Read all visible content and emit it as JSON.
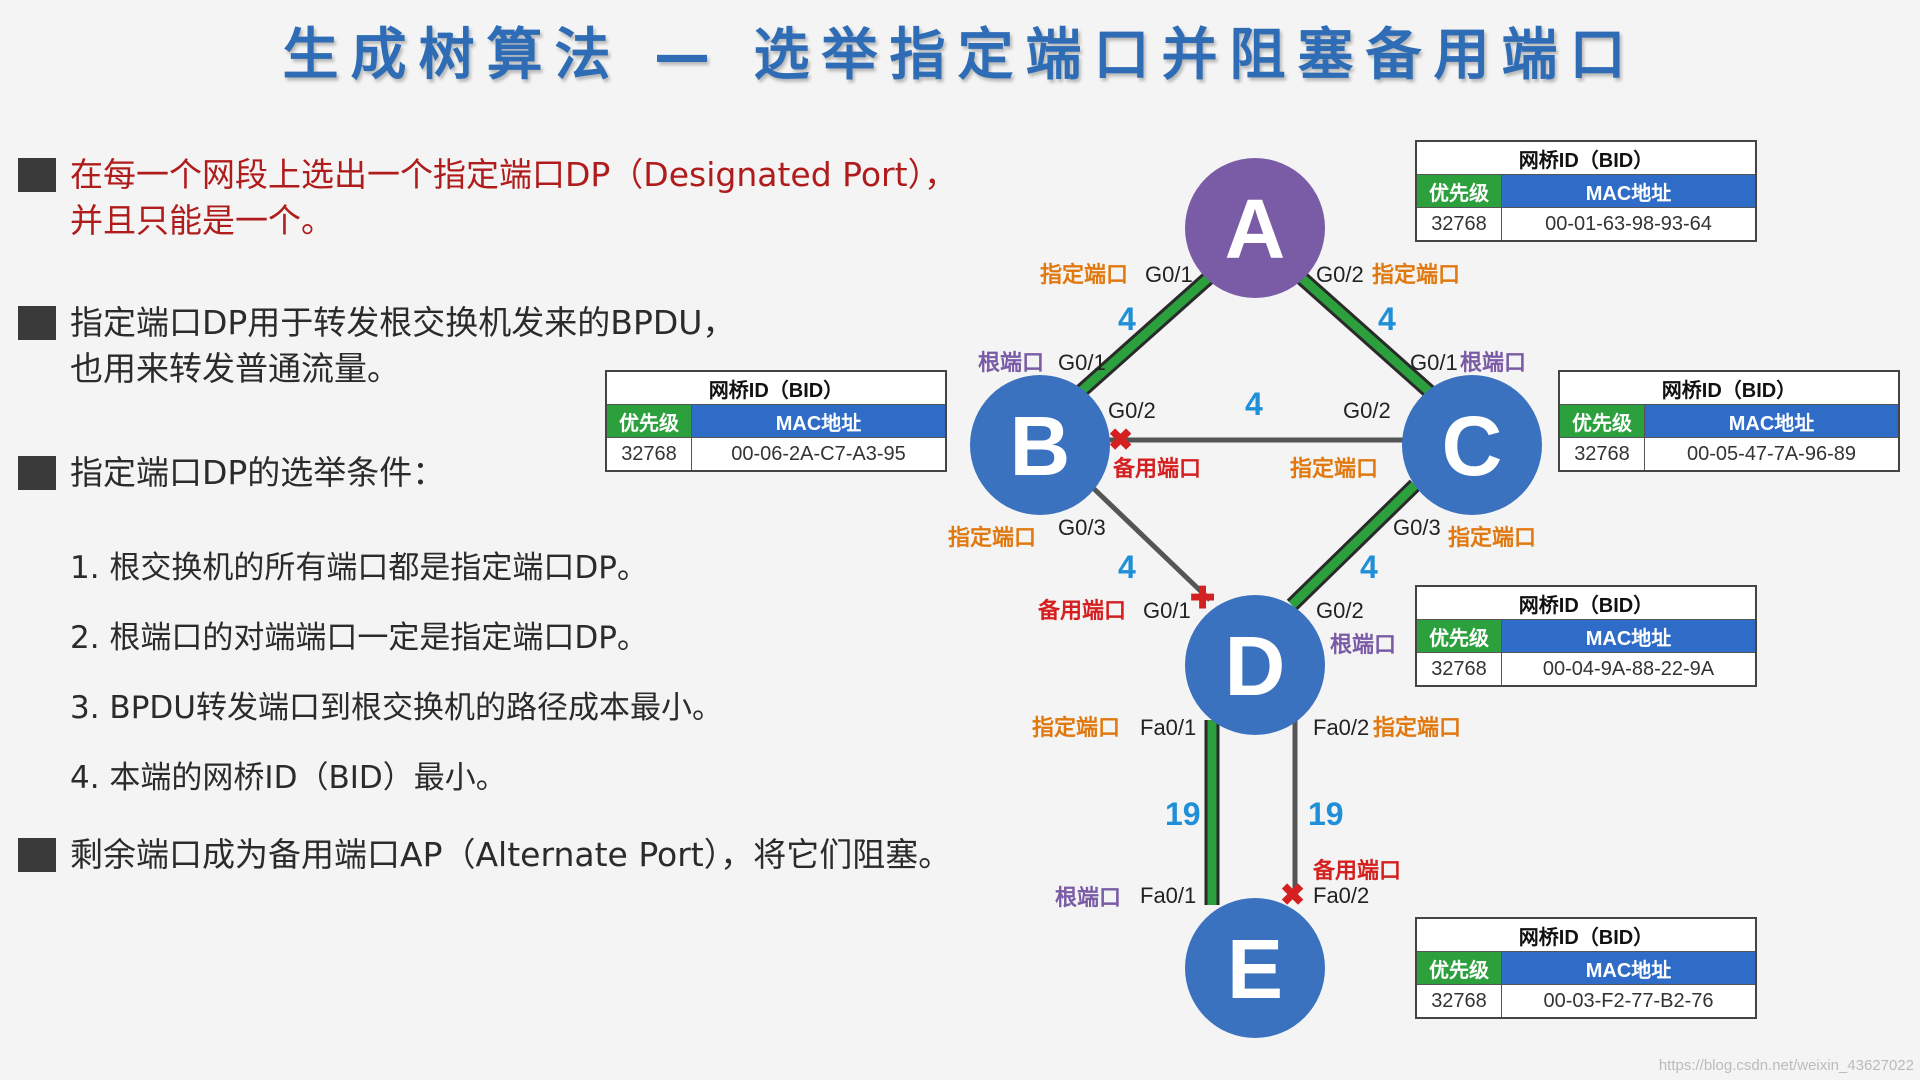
{
  "title": "生成树算法 — 选举指定端口并阻塞备用端口",
  "bullets": {
    "b1_red": "在每一个网段上选出一个指定端口DP（Designated Port），",
    "b1_red2": "并且只能是一个。",
    "b2_l1": "指定端口DP用于转发根交换机发来的BPDU，",
    "b2_l2": "也用来转发普通流量。",
    "b3": "指定端口DP的选举条件：",
    "items": [
      "1.  根交换机的所有端口都是指定端口DP。",
      "2.  根端口的对端端口一定是指定端口DP。",
      "3.  BPDU转发端口到根交换机的路径成本最小。",
      "4.  本端的网桥ID（BID）最小。"
    ],
    "b4": "剩余端口成为备用端口AP（Alternate Port），将它们阻塞。"
  },
  "nodes": {
    "A": "A",
    "B": "B",
    "C": "C",
    "D": "D",
    "E": "E"
  },
  "costs": {
    "ab": "4",
    "ac": "4",
    "bc": "4",
    "bd": "4",
    "cd": "4",
    "de1": "19",
    "de2": "19"
  },
  "ports": {
    "a_g01": "G0/1",
    "a_g02": "G0/2",
    "b_g01": "G0/1",
    "b_g02": "G0/2",
    "b_g03": "G0/3",
    "c_g01": "G0/1",
    "c_g02": "G0/2",
    "c_g03": "G0/3",
    "d_g01": "G0/1",
    "d_g02": "G0/2",
    "d_fa01": "Fa0/1",
    "d_fa02": "Fa0/2",
    "e_fa01": "Fa0/1",
    "e_fa02": "Fa0/2"
  },
  "roles": {
    "designated": "指定端口",
    "root": "根端口",
    "alternate": "备用端口"
  },
  "bid_tables": {
    "header": "网桥ID（BID）",
    "priority_label": "优先级",
    "mac_label": "MAC地址",
    "A": {
      "priority": "32768",
      "mac": "00-01-63-98-93-64"
    },
    "B": {
      "priority": "32768",
      "mac": "00-06-2A-C7-A3-95"
    },
    "C": {
      "priority": "32768",
      "mac": "00-05-47-7A-96-89"
    },
    "D": {
      "priority": "32768",
      "mac": "00-04-9A-88-22-9A"
    },
    "E": {
      "priority": "32768",
      "mac": "00-03-F2-77-B2-76"
    }
  },
  "colors": {
    "node": "#3a72c0",
    "root_node": "#7a5ca6",
    "active_link": "#2ca03c",
    "designated": "#e07a10",
    "root_port": "#7a5ca6",
    "alternate": "#d42020",
    "cost": "#1f8fd8"
  },
  "watermark": "https://blog.csdn.net/weixin_43627022"
}
